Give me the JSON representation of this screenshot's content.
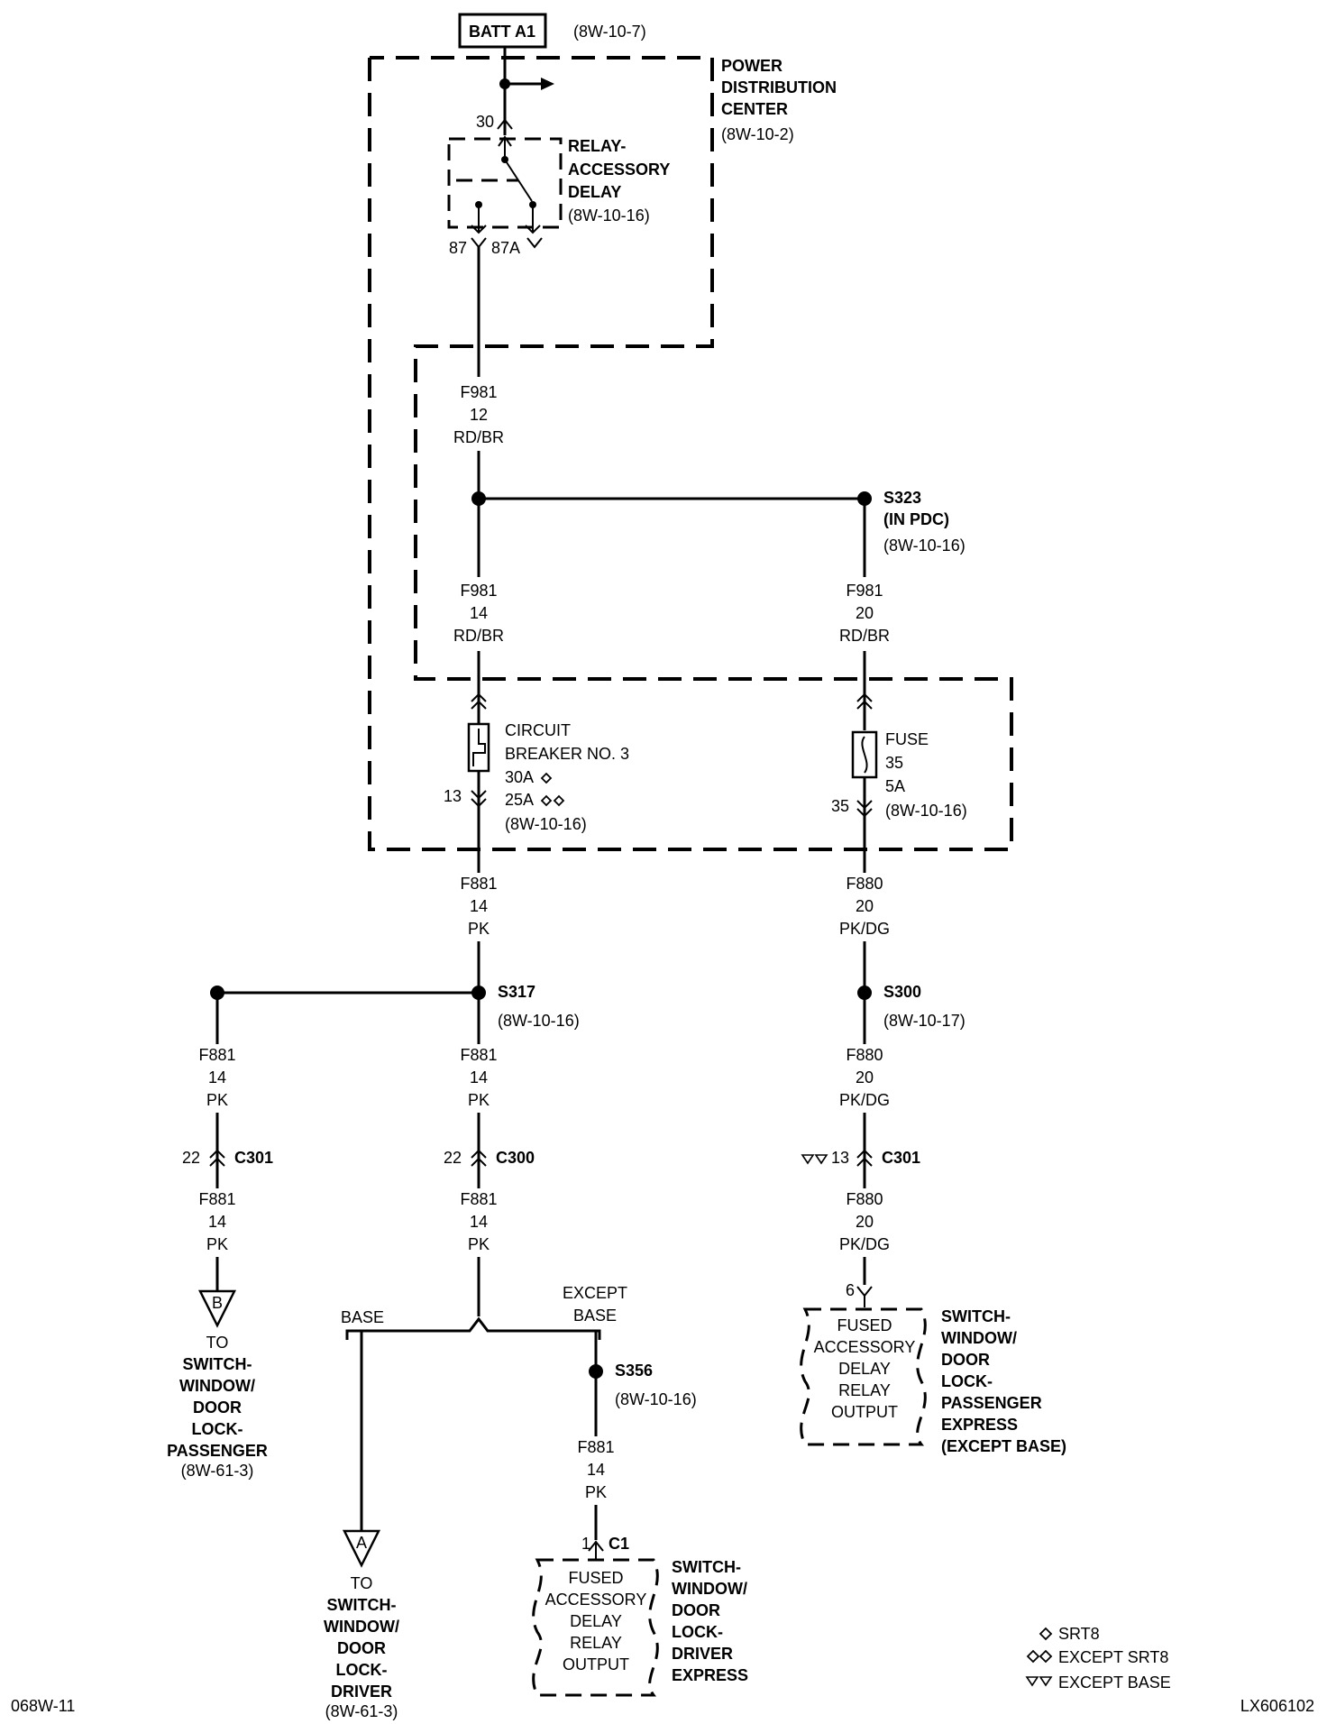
{
  "battery": {
    "label": "BATT A1",
    "ref": "(8W-10-7)"
  },
  "pdc": {
    "line1": "POWER",
    "line2": "DISTRIBUTION",
    "line3": "CENTER",
    "ref": "(8W-10-2)"
  },
  "relay": {
    "line1": "RELAY-",
    "line2": "ACCESSORY",
    "line3": "DELAY",
    "ref": "(8W-10-16)",
    "pin_in": "30",
    "pin_87": "87",
    "pin_87a": "87A"
  },
  "wires": {
    "w1": {
      "circuit": "F981",
      "gauge": "12",
      "color": "RD/BR"
    },
    "w2": {
      "circuit": "F981",
      "gauge": "14",
      "color": "RD/BR"
    },
    "w3": {
      "circuit": "F981",
      "gauge": "20",
      "color": "RD/BR"
    },
    "w4": {
      "circuit": "F881",
      "gauge": "14",
      "color": "PK"
    },
    "w5": {
      "circuit": "F880",
      "gauge": "20",
      "color": "PK/DG"
    },
    "w6": {
      "circuit": "F881",
      "gauge": "14",
      "color": "PK"
    },
    "w7": {
      "circuit": "F881",
      "gauge": "14",
      "color": "PK"
    },
    "w8": {
      "circuit": "F880",
      "gauge": "20",
      "color": "PK/DG"
    },
    "w9": {
      "circuit": "F881",
      "gauge": "14",
      "color": "PK"
    },
    "w10": {
      "circuit": "F881",
      "gauge": "14",
      "color": "PK"
    },
    "w11": {
      "circuit": "F880",
      "gauge": "20",
      "color": "PK/DG"
    },
    "w12": {
      "circuit": "F881",
      "gauge": "14",
      "color": "PK"
    }
  },
  "splices": {
    "s323": {
      "id": "S323",
      "note": "(IN PDC)",
      "ref": "(8W-10-16)"
    },
    "s317": {
      "id": "S317",
      "ref": "(8W-10-16)"
    },
    "s300": {
      "id": "S300",
      "ref": "(8W-10-17)"
    },
    "s356": {
      "id": "S356",
      "ref": "(8W-10-16)"
    }
  },
  "breaker": {
    "line1": "CIRCUIT",
    "line2": "BREAKER NO. 3",
    "rating1": "30A",
    "rating2": "25A",
    "ref": "(8W-10-16)",
    "pin": "13"
  },
  "fuse": {
    "line1": "FUSE",
    "number": "35",
    "rating": "5A",
    "ref": "(8W-10-16)",
    "pin": "35"
  },
  "connectors": {
    "c301_left": {
      "id": "C301",
      "pin": "22"
    },
    "c300": {
      "id": "C300",
      "pin": "22"
    },
    "c301_right": {
      "id": "C301",
      "pin": "13"
    },
    "c1": {
      "id": "C1",
      "pin": "1"
    },
    "pin6": {
      "pin": "6"
    }
  },
  "branches": {
    "base": "BASE",
    "except1": "EXCEPT",
    "except2": "BASE"
  },
  "offpage_b": {
    "letter": "B",
    "l1": "TO",
    "l2": "SWITCH-",
    "l3": "WINDOW/",
    "l4": "DOOR",
    "l5": "LOCK-",
    "l6": "PASSENGER",
    "ref": "(8W-61-3)"
  },
  "offpage_a": {
    "letter": "A",
    "l1": "TO",
    "l2": "SWITCH-",
    "l3": "WINDOW/",
    "l4": "DOOR",
    "l5": "LOCK-",
    "l6": "DRIVER",
    "ref": "(8W-61-3)"
  },
  "comp_driver": {
    "box": {
      "l1": "FUSED",
      "l2": "ACCESSORY",
      "l3": "DELAY",
      "l4": "RELAY",
      "l5": "OUTPUT"
    },
    "name": {
      "l1": "SWITCH-",
      "l2": "WINDOW/",
      "l3": "DOOR",
      "l4": "LOCK-",
      "l5": "DRIVER",
      "l6": "EXPRESS"
    }
  },
  "comp_passenger": {
    "box": {
      "l1": "FUSED",
      "l2": "ACCESSORY",
      "l3": "DELAY",
      "l4": "RELAY",
      "l5": "OUTPUT"
    },
    "name": {
      "l1": "SWITCH-",
      "l2": "WINDOW/",
      "l3": "DOOR",
      "l4": "LOCK-",
      "l5": "PASSENGER",
      "l6": "EXPRESS",
      "l7": "(EXCEPT BASE)"
    }
  },
  "legend": {
    "srt8": "SRT8",
    "except_srt8": "EXCEPT SRT8",
    "except_base": "EXCEPT BASE"
  },
  "footer": {
    "left": "068W-11",
    "right": "LX606102"
  }
}
